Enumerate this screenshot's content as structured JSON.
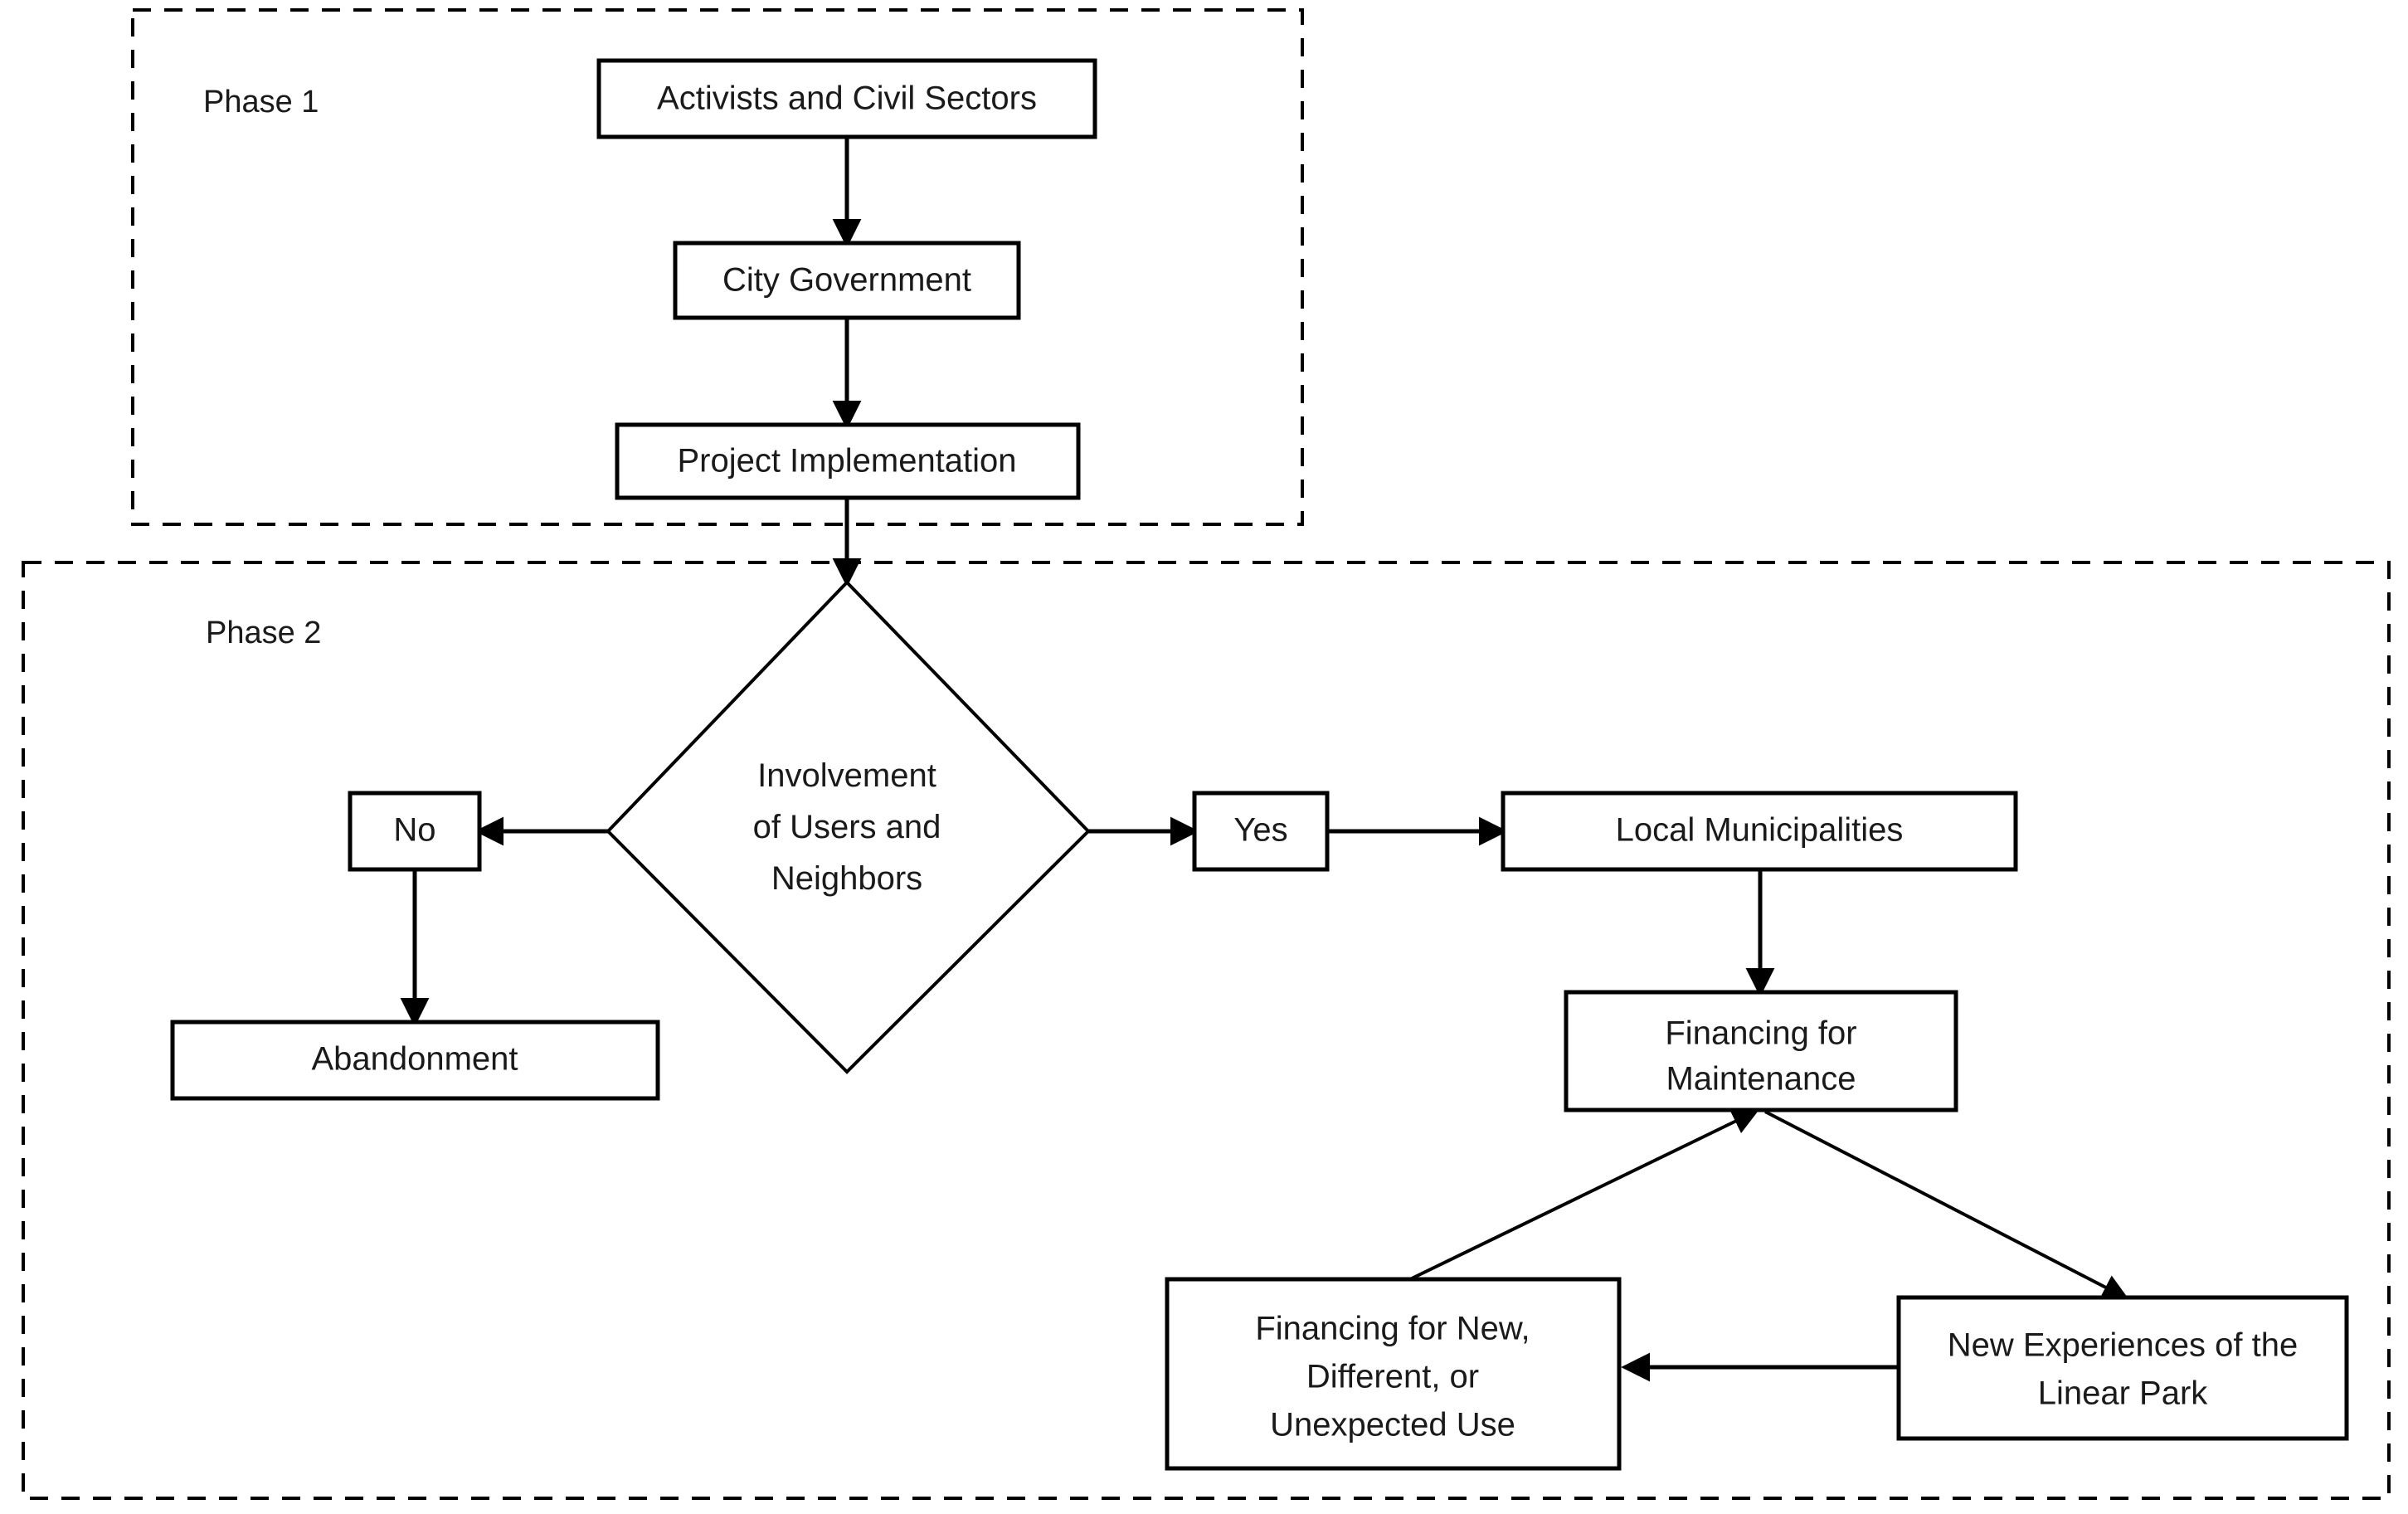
{
  "diagram": {
    "type": "flowchart",
    "title": "",
    "background_color": "#ffffff",
    "line_color": "#000000",
    "text_color": "#1a1a1a"
  },
  "phases": [
    {
      "id": "phase1",
      "label": "Phase 1"
    },
    {
      "id": "phase2",
      "label": "Phase 2"
    }
  ],
  "nodes": {
    "activists": {
      "label": "Activists and Civil Sectors",
      "shape": "rect",
      "phase": "phase1"
    },
    "city_government": {
      "label": "City Government",
      "shape": "rect",
      "phase": "phase1"
    },
    "project_implementation": {
      "label": "Project Implementation",
      "shape": "rect",
      "phase": "phase1"
    },
    "involvement": {
      "shape": "diamond",
      "phase": "phase2",
      "label": "Involvement of Users and Neighbors",
      "lines": [
        "Involvement",
        "of Users and",
        "Neighbors"
      ]
    },
    "no": {
      "label": "No",
      "shape": "rect",
      "phase": "phase2"
    },
    "yes": {
      "label": "Yes",
      "shape": "rect",
      "phase": "phase2"
    },
    "abandonment": {
      "label": "Abandonment",
      "shape": "rect",
      "phase": "phase2"
    },
    "local_municipalities": {
      "label": "Local Municipalities",
      "shape": "rect",
      "phase": "phase2"
    },
    "financing_maintenance": {
      "shape": "rect",
      "phase": "phase2",
      "label": "Financing for Maintenance",
      "lines": [
        "Financing for",
        "Maintenance"
      ]
    },
    "financing_new_use": {
      "shape": "rect",
      "phase": "phase2",
      "label": "Financing for New, Different, or Unexpected Use",
      "lines": [
        "Financing for New,",
        "Different, or",
        "Unexpected Use"
      ]
    },
    "new_experiences": {
      "shape": "rect",
      "phase": "phase2",
      "label": "New Experiences of the Linear Park",
      "lines": [
        "New Experiences of the",
        "Linear Park"
      ]
    }
  },
  "edges": [
    {
      "from": "activists",
      "to": "city_government",
      "label": ""
    },
    {
      "from": "city_government",
      "to": "project_implementation",
      "label": ""
    },
    {
      "from": "project_implementation",
      "to": "involvement",
      "label": ""
    },
    {
      "from": "involvement",
      "to": "no",
      "label": ""
    },
    {
      "from": "involvement",
      "to": "yes",
      "label": ""
    },
    {
      "from": "no",
      "to": "abandonment",
      "label": ""
    },
    {
      "from": "yes",
      "to": "local_municipalities",
      "label": ""
    },
    {
      "from": "local_municipalities",
      "to": "financing_maintenance",
      "label": ""
    },
    {
      "from": "financing_new_use",
      "to": "financing_maintenance",
      "label": ""
    },
    {
      "from": "financing_maintenance",
      "to": "new_experiences",
      "label": ""
    },
    {
      "from": "new_experiences",
      "to": "financing_new_use",
      "label": ""
    }
  ]
}
